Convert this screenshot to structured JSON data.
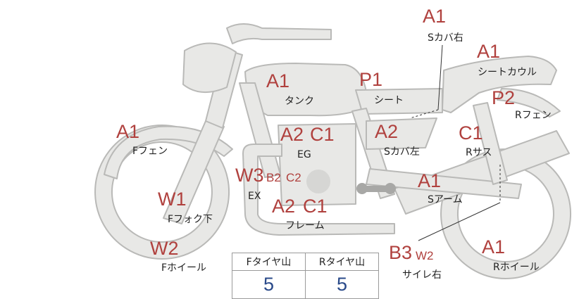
{
  "labels": {
    "s_cover_r": {
      "grade": "A1",
      "part": "Sカバ右"
    },
    "seat_cowl": {
      "grade": "A1",
      "part": "シートカウル"
    },
    "tank": {
      "grade": "A1",
      "part": "タンク"
    },
    "seat": {
      "grade": "P1",
      "part": "シート"
    },
    "r_fender": {
      "grade": "P2",
      "part": "Rフェン"
    },
    "f_fender": {
      "grade": "A1",
      "part": "Fフェン"
    },
    "engine": {
      "grade_a": "A2",
      "grade_b": "C1",
      "part": "EG"
    },
    "s_cover_l": {
      "grade": "A2",
      "part": "Sカバ左"
    },
    "r_suspension": {
      "grade": "C1",
      "part": "Rサス"
    },
    "exhaust": {
      "grade_a": "W3",
      "grade_b": "B2",
      "grade_c": "C2",
      "part": "EX"
    },
    "f_fork_lower": {
      "grade": "W1",
      "part": "Fフォク下"
    },
    "swing_arm": {
      "grade": "A1",
      "part": "Sアーム"
    },
    "frame": {
      "grade_a": "A2",
      "grade_b": "C1",
      "part": "フレーム"
    },
    "f_wheel": {
      "grade": "W2",
      "part": "Fホイール"
    },
    "silencer_r": {
      "grade_a": "B3",
      "grade_b": "W2",
      "part": "サイレ右"
    },
    "r_wheel": {
      "grade": "A1",
      "part": "Rホイール"
    }
  },
  "tyre": {
    "front_label": "Fタイヤ山",
    "rear_label": "Rタイヤ山",
    "front_value": "5",
    "rear_value": "5"
  },
  "colors": {
    "body_fill": "#e8e8e6",
    "body_stroke": "#b9b9b7",
    "grade": "#b0413e",
    "value": "#2a4a8a"
  }
}
